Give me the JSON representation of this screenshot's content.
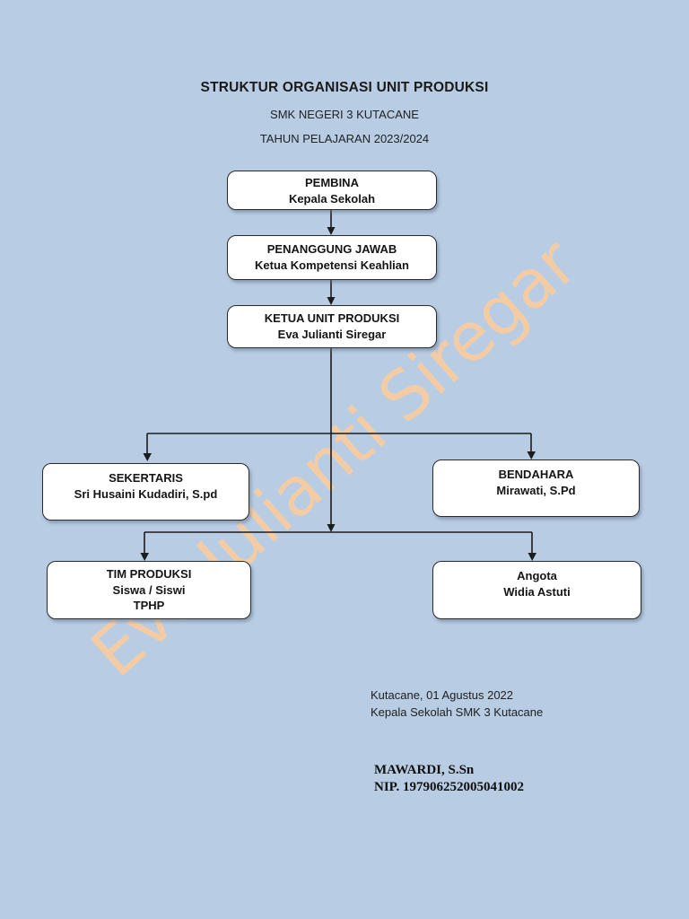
{
  "header": {
    "title": "STRUKTUR ORGANISASI UNIT PRODUKSI",
    "school": "SMK NEGERI 3 KUTACANE",
    "academic_year": "TAHUN PELAJARAN 2023/2024"
  },
  "watermark": {
    "text": "Eva Julianti Siregar",
    "color": "#f8cda0"
  },
  "org_chart": {
    "type": "organization-diagram",
    "boxes": [
      {
        "id": "pembina",
        "title": "PEMBINA",
        "lines": [
          "Kepala Sekolah"
        ]
      },
      {
        "id": "penanggung-jawab",
        "title": "PENANGGUNG JAWAB",
        "lines": [
          "Ketua Kompetensi Keahlian"
        ]
      },
      {
        "id": "ketua-unit-produksi",
        "title": "KETUA UNIT PRODUKSI",
        "lines": [
          "Eva Julianti Siregar"
        ]
      },
      {
        "id": "sekertaris",
        "title": "SEKERTARIS",
        "lines": [
          "Sri Husaini Kudadiri, S.pd"
        ]
      },
      {
        "id": "bendahara",
        "title": "BENDAHARA",
        "lines": [
          "Mirawati, S.Pd"
        ]
      },
      {
        "id": "tim-produksi",
        "title": "TIM PRODUKSI",
        "lines": [
          "Siswa / Siswi",
          "TPHP"
        ]
      },
      {
        "id": "angota",
        "title": "Angota",
        "lines": [
          "Widia Astuti"
        ]
      }
    ],
    "edges": [
      [
        "PEMBINA",
        "PENANGGUNG JAWAB"
      ],
      [
        "PENANGGUNG JAWAB",
        "KETUA UNIT PRODUKSI"
      ],
      [
        "KETUA UNIT PRODUKSI",
        "SEKERTARIS"
      ],
      [
        "KETUA UNIT PRODUKSI",
        "BENDAHARA"
      ],
      [
        "KETUA UNIT PRODUKSI",
        "TIM PRODUKSI"
      ],
      [
        "KETUA UNIT PRODUKSI",
        "Angota"
      ]
    ]
  },
  "signature": {
    "place_date": "Kutacane, 01 Agustus 2022",
    "signer_role": "Kepala Sekolah SMK 3 Kutacane",
    "signer_name": "MAWARDI, S.Sn",
    "signer_nip": "NIP. 197906252005041002"
  },
  "colors": {
    "page_background": "#b8cce4",
    "box_fill": "#ffffff",
    "box_border": "#2b2b2b",
    "connector_line": "#1c1c1c",
    "watermark": "#f8cda0"
  }
}
